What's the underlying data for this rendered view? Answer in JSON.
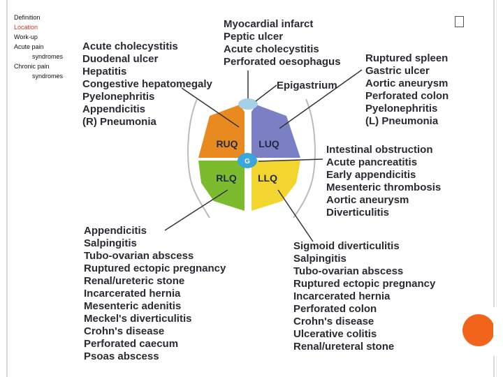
{
  "nav": {
    "items": [
      {
        "label": "Definition"
      },
      {
        "label": "Location"
      },
      {
        "label": "Work-up"
      },
      {
        "label": "Acute pain"
      },
      {
        "label": "syndromes"
      },
      {
        "label": "Chronic pain"
      },
      {
        "label": "syndromes"
      }
    ]
  },
  "quadrants": {
    "ruq": "RUQ",
    "luq": "LUQ",
    "rlq": "RLQ",
    "llq": "LLQ"
  },
  "colors": {
    "ruq": "#e88a1f",
    "luq": "#7b80c4",
    "rlq": "#7cbb2e",
    "llq": "#f2d52e",
    "center": "#3aa7dc",
    "top_small": "#a5d0e6",
    "accent": "#f2631c"
  },
  "epigastrium": {
    "title": "Epigastrium",
    "items": [
      "Myocardial infarct",
      "Peptic ulcer",
      "Acute cholecystitis",
      "Perforated oesophagus"
    ]
  },
  "ruq_list": [
    "Acute cholecystitis",
    "Duodenal ulcer",
    "Hepatitis",
    "Congestive hepatomegaly",
    "Pyelonephritis",
    "Appendicitis",
    "(R) Pneumonia"
  ],
  "luq_list": [
    "Ruptured spleen",
    "Gastric ulcer",
    "Aortic aneurysm",
    "Perforated colon",
    "Pyelonephritis",
    "(L) Pneumonia"
  ],
  "central_list": [
    "Intestinal obstruction",
    "Acute pancreatitis",
    "Early appendicitis",
    "Mesenteric thrombosis",
    "Aortic aneurysm",
    "Diverticulitis"
  ],
  "rlq_list": [
    "Appendicitis",
    "Salpingitis",
    "Tubo-ovarian abscess",
    "Ruptured ectopic pregnancy",
    "Renal/ureteric stone",
    "Incarcerated hernia",
    "Mesenteric adenitis",
    "Meckel's diverticulitis",
    "Crohn's disease",
    "Perforated caecum",
    "Psoas abscess"
  ],
  "llq_list": [
    "Sigmoid diverticulitis",
    "Salpingitis",
    "Tubo-ovarian abscess",
    "Ruptured ectopic pregnancy",
    "Incarcerated hernia",
    "Perforated colon",
    "Crohn's disease",
    "Ulcerative colitis",
    "Renal/ureteral stone"
  ]
}
